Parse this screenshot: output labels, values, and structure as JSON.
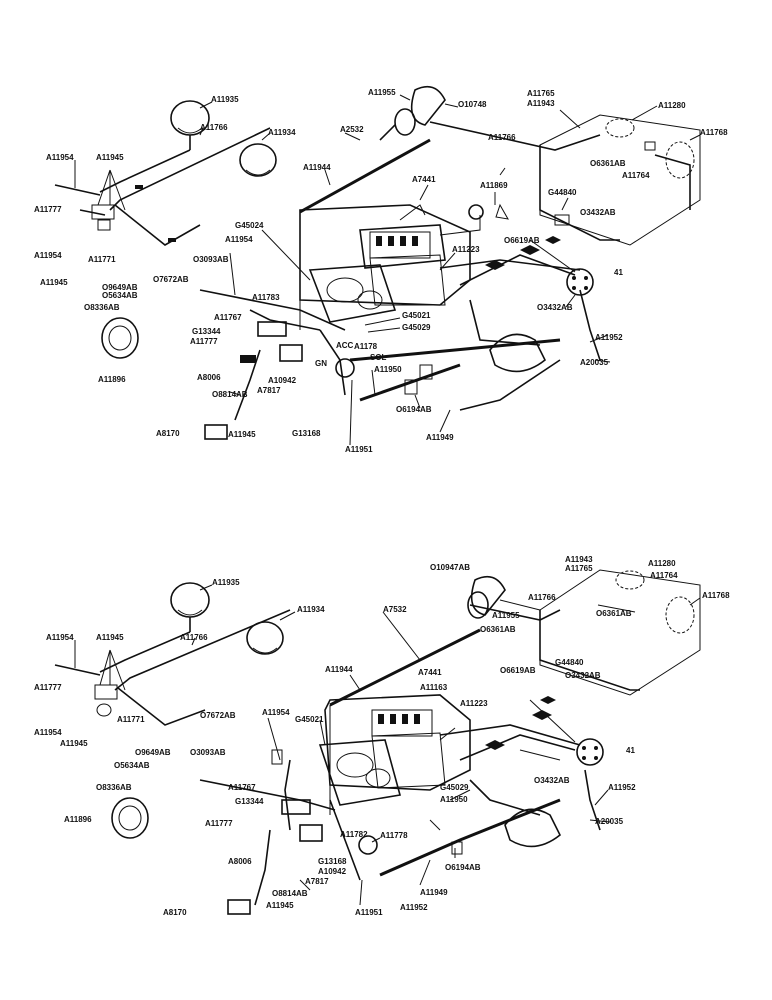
{
  "diagrams": [
    {
      "id": "upper",
      "labels": {
        "A11935": "A11935",
        "A11766_l": "A11766",
        "A11934": "A11934",
        "A11954": "A11954",
        "A11945": "A11945",
        "A11777": "A11777",
        "A11954b": "A11954",
        "A11945b": "A11945",
        "A11771": "A11771",
        "A11955": "A11955",
        "O10748": "O10748",
        "A2532": "A2532",
        "A11944": "A11944",
        "A11765": "A11765",
        "A11943": "A11943",
        "A11280": "A11280",
        "A11766_r": "A11766",
        "A11768": "A11768",
        "O6361AB": "O6361AB",
        "A11764": "A11764",
        "A7441": "A7441",
        "A11869": "A11869",
        "G44840": "G44840",
        "O3432AB": "O3432AB",
        "G45024": "G45024",
        "A11954c": "A11954",
        "O3093AB": "O3093AB",
        "A11223": "A11223",
        "O6619AB": "O6619AB",
        "n41": "41",
        "O7672AB": "O7672AB",
        "O9649AB": "O9649AB",
        "O5634AB": "O5634AB",
        "O8336AB": "O8336AB",
        "A11783": "A11783",
        "A11767": "A11767",
        "G13344": "G13344",
        "A11777b": "A11777",
        "G45021": "G45021",
        "G45029": "G45029",
        "ACC": "ACC",
        "A1178": "A1178",
        "GN": "GN",
        "SOL": "SOL",
        "O3432AB2": "O3432AB",
        "A11952": "A11952",
        "A20035": "A20035",
        "A11896": "A11896",
        "A8006": "A8006",
        "A10942": "A10942",
        "A7817": "A7817",
        "A11950": "A11950",
        "O8814AB": "O8814AB",
        "O6194AB": "O6194AB",
        "A8170": "A8170",
        "A11945c": "A11945",
        "G13168": "G13168",
        "A11951": "A11951",
        "A11949": "A11949"
      }
    },
    {
      "id": "lower",
      "labels": {
        "A11935": "A11935",
        "O10947AB": "O10947AB",
        "A11943": "A11943",
        "A11765": "A11765",
        "A11280": "A11280",
        "A11954": "A11954",
        "A11945": "A11945",
        "A11766_l": "A11766",
        "A11934": "A11934",
        "A7532": "A7532",
        "A11766_r": "A11766",
        "A11764": "A11764",
        "A11768": "A11768",
        "O6361AB": "O6361AB",
        "A11955": "A11955",
        "O6361AB2": "O6361AB",
        "A11777": "A11777",
        "A11771": "A11771",
        "A11954b": "A11954",
        "A11945b": "A11945",
        "A11944": "A11944",
        "A7441": "A7441",
        "A11163": "A11163",
        "O6619AB": "O6619AB",
        "G44840": "G44840",
        "O3432AB": "O3432AB",
        "O7672AB": "O7672AB",
        "A11954c": "A11954",
        "G45021": "G45021",
        "A11223": "A11223",
        "n41": "41",
        "O9649AB": "O9649AB",
        "O3093AB": "O3093AB",
        "O5634AB": "O5634AB",
        "O8336AB": "O8336AB",
        "O3432AB2": "O3432AB",
        "G45029": "G45029",
        "A11952": "A11952",
        "A11767": "A11767",
        "A11950": "A11950",
        "A11896": "A11896",
        "G13344": "G13344",
        "A20035": "A20035",
        "A11777b": "A11777",
        "A11782": "A11782",
        "A11778": "A11778",
        "A8006": "A8006",
        "G13168": "G13168",
        "A10942": "A10942",
        "A7817": "A7817",
        "O6194AB": "O6194AB",
        "O8814AB": "O8814AB",
        "A11949": "A11949",
        "A11951": "A11951",
        "A11952b": "A11952",
        "A8170": "A8170",
        "A11945c": "A11945"
      }
    }
  ]
}
